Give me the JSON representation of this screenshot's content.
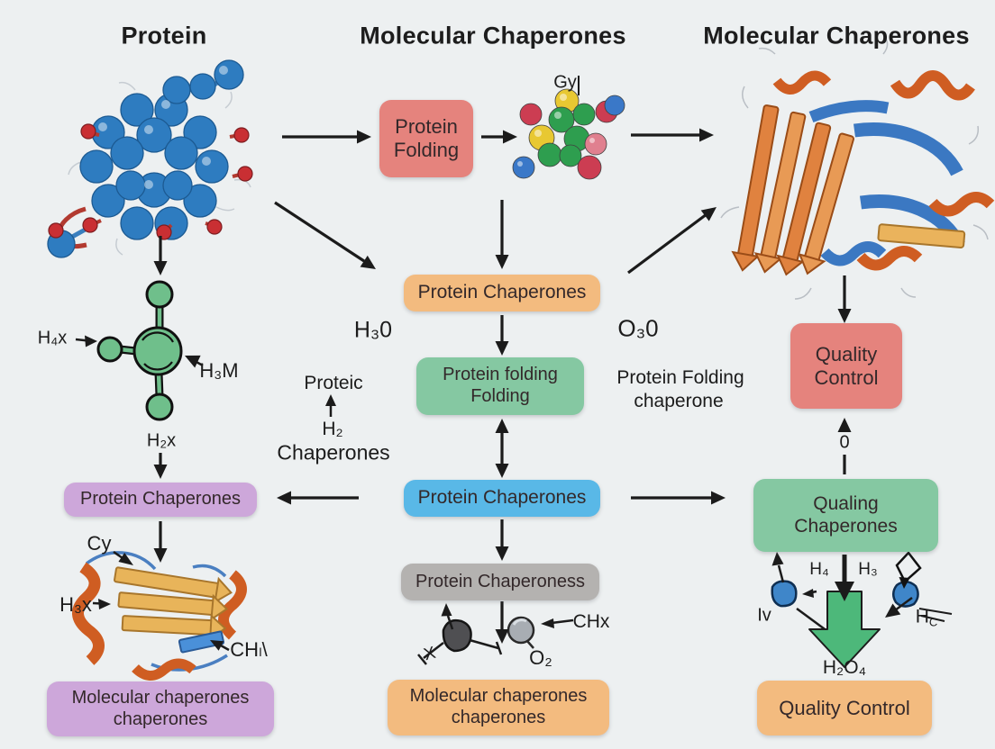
{
  "headers": {
    "col1": "Protein",
    "col2": "Molecular Chaperones",
    "col3": "Molecular Chaperones"
  },
  "boxes": {
    "protein_folding": {
      "line1": "Protein",
      "line2": "Folding"
    },
    "pc_orange": "Protein Chaperones",
    "pff_green": {
      "line1": "Protein folding",
      "line2": "Folding"
    },
    "pc_blue": "Protein Chaperones",
    "pc_gray": "Protein Chaperoness",
    "mc_orange_mid": {
      "line1": "Molecular chaperones",
      "line2": "chaperones"
    },
    "pc_purple": "Protein Chaperones",
    "mc_purple_left": {
      "line1": "Molecular chaperones",
      "line2": "chaperones"
    },
    "qc_red": {
      "line1": "Quality",
      "line2": "Control"
    },
    "qualing_green": {
      "line1": "Qualing",
      "line2": "Chaperones"
    },
    "qc_orange_right": "Quality Control"
  },
  "annotations": {
    "gy": "Gy",
    "h4x": "H₄x",
    "h3m": "H₃M",
    "h2x": "H₂x",
    "cy": "Cy",
    "h3x": "H₃x",
    "chl": "CHₗ\\",
    "h30": "H₃0",
    "proteic": "Proteic",
    "h2": "H₂",
    "chaperones_word": "Chaperones",
    "o30": "O₃0",
    "protein_folding_line1": "Protein Folding",
    "protein_folding_line2": "chaperone",
    "chx": "CHx",
    "o2": "O₂",
    "x_mark": "X",
    "zero": "0",
    "h4": "H₄",
    "h3": "H₃",
    "iv": "Iv",
    "hc": {
      "base": "H",
      "sub": "C"
    },
    "h2o4": "H₂O₄"
  },
  "colors": {
    "bg": "#edf0f1",
    "box_red": "#e5837d",
    "box_orange": "#f3bb7f",
    "box_green": "#85c8a2",
    "box_blue": "#59b8e7",
    "box_purple": "#cda7da",
    "box_gray": "#b4b2b0",
    "arrow": "#1b1b1b",
    "text": "#33282a",
    "green_arrow": "#4db87a"
  }
}
